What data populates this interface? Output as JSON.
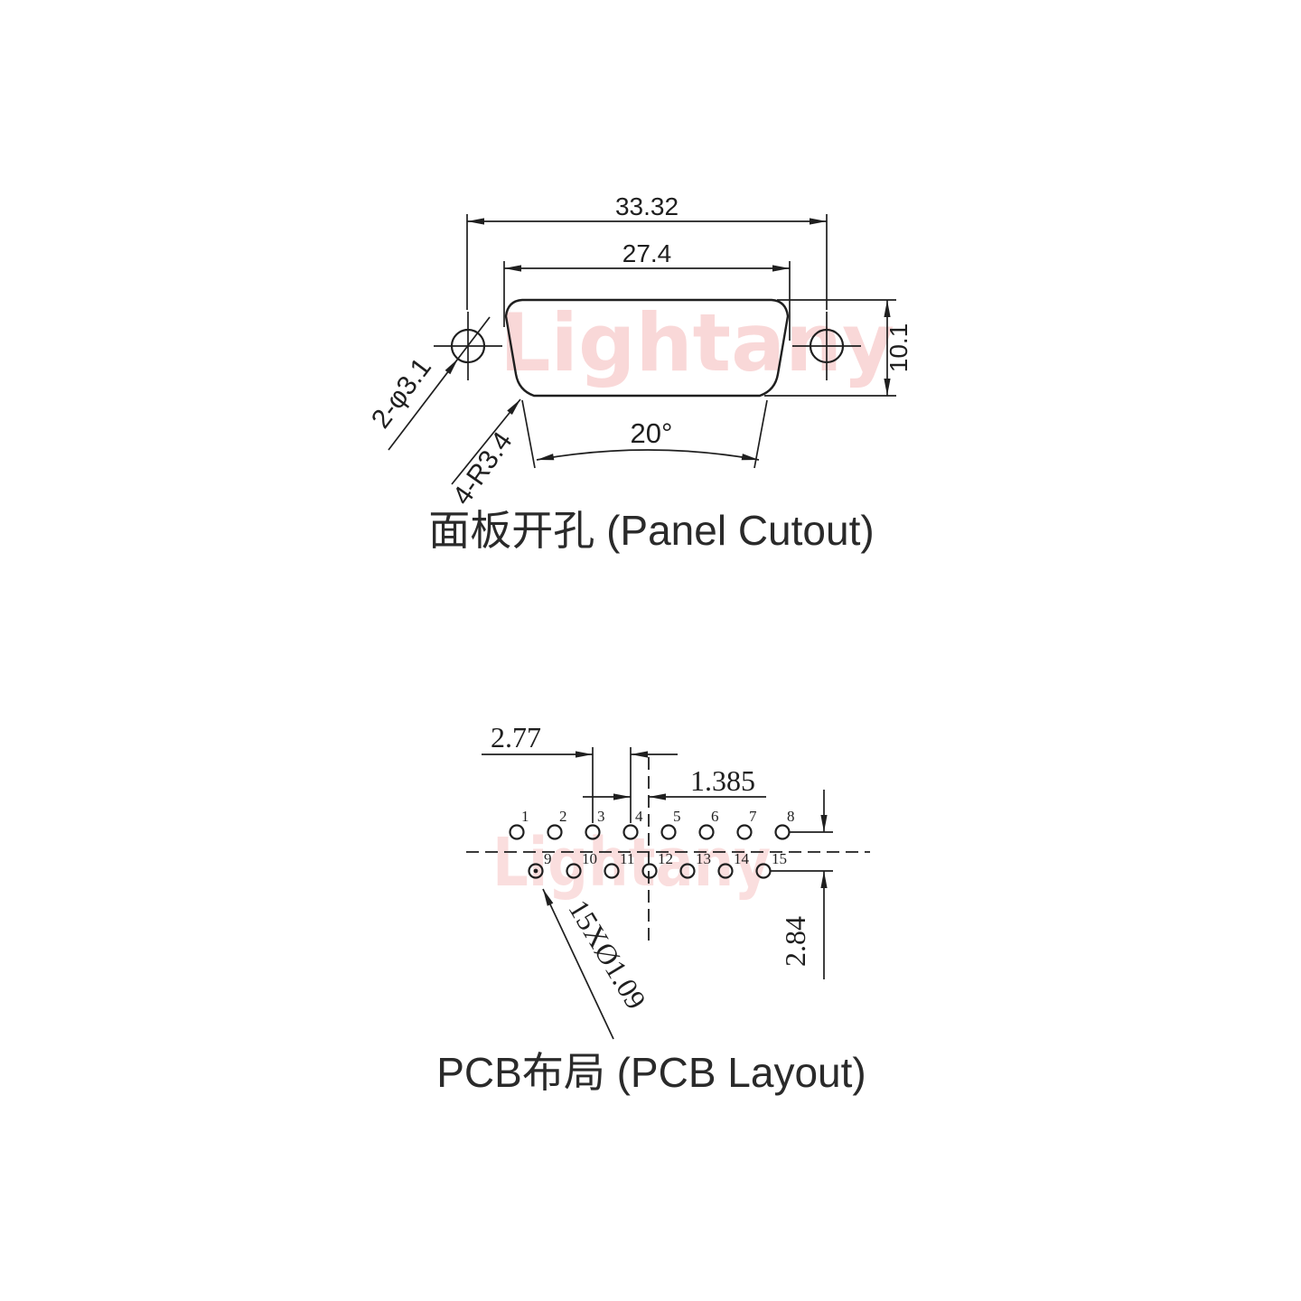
{
  "watermark": {
    "text": "Lightany",
    "color_top": "#f9d8d8",
    "color_bottom": "#fadede"
  },
  "panel": {
    "title": "面板开孔 (Panel Cutout)",
    "dim_mount_span": "33.32",
    "dim_cutout_width": "27.4",
    "dim_height": "10.1",
    "dim_angle": "20°",
    "label_mount_holes": "2-φ3.1",
    "label_corner_radius": "4-R3.4"
  },
  "pcb": {
    "title": "PCB布局 (PCB Layout)",
    "dim_pitch": "2.77",
    "dim_half_pitch": "1.385",
    "dim_row_spacing": "2.84",
    "label_holes": "15XØ1.09",
    "hole_labels_top": [
      "1",
      "2",
      "3",
      "4",
      "5",
      "6",
      "7",
      "8"
    ],
    "hole_labels_bottom": [
      "9",
      "10",
      "11",
      "12",
      "13",
      "14",
      "15"
    ]
  }
}
